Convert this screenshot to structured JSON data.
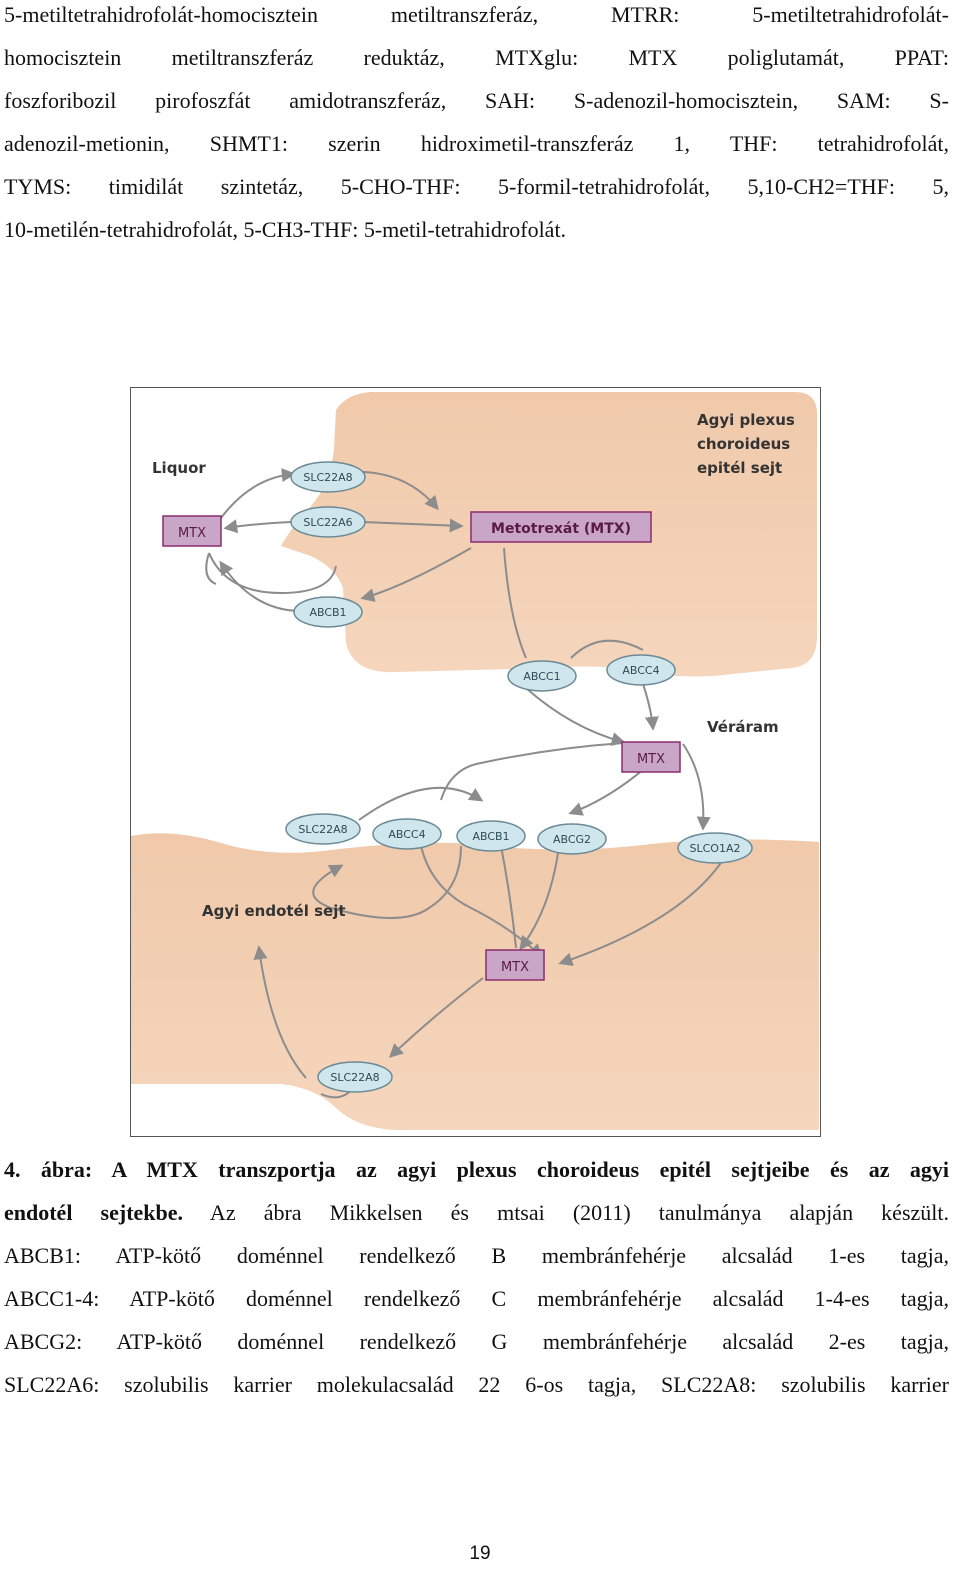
{
  "top_paragraph": {
    "lines": [
      "5-metiltetrahidrofolát-homocisztein metiltranszferáz, MTRR: 5-metiltetrahidrofolát-",
      "homocisztein metiltranszferáz reduktáz, MTXglu: MTX poliglutamát, PPAT:",
      "foszforibozil pirofoszfát amidotranszferáz, SAH: S-adenozil-homocisztein, SAM: S-",
      "adenozil-metionin, SHMT1: szerin hidroximetil-transzferáz 1, THF: tetrahidrofolát,",
      "TYMS: timidilát szintetáz, 5-CHO-THF: 5-formil-tetrahidrofolát, 5,10-CH2=THF: 5,",
      "10-metilén-tetrahidrofolát, 5-CH3-THF: 5-metil-tetrahidrofolát."
    ]
  },
  "figure": {
    "labels": {
      "liquor": "Liquor",
      "choroid_cell": [
        "Agyi plexus",
        "choroideus",
        "epitél sejt"
      ],
      "blood": "Véráram",
      "endothelial_cell": "Agyi endotél sejt"
    },
    "boxes": {
      "mtx_liquor": "MTX",
      "mtx_main": "Metotrexát (MTX)",
      "mtx_blood": "MTX",
      "mtx_endothelial": "MTX"
    },
    "transporters": {
      "slc22a8_top": "SLC22A8",
      "slc22a6_top": "SLC22A6",
      "abcb1_top": "ABCB1",
      "abcc1": "ABCC1",
      "abcc4_top": "ABCC4",
      "slc22a8_mid": "SLC22A8",
      "abcc4_mid": "ABCC4",
      "abcb1_mid": "ABCB1",
      "abcg2": "ABCG2",
      "slco1a2": "SLCO1A2",
      "slc22a8_bottom": "SLC22A8"
    },
    "colors": {
      "cell_fill": "#f3cfb2",
      "mtx_box_fill": "#c9a6c8",
      "mtx_box_border": "#8a2c6e",
      "transporter_fill": "#cfe6ec",
      "transporter_border": "#6b8a96",
      "arrow": "#8c8c8c"
    }
  },
  "caption": {
    "line1_bold": "4. ábra: A MTX transzportja az agyi plexus choroideus epitél sejtjeibe és az agyi",
    "line2_bold": "endotél sejtekbe.",
    "line2_rest": " Az ábra Mikkelsen és mtsai (2011) tanulmánya alapján készült.",
    "lines": [
      "ABCB1: ATP-kötő doménnel rendelkező B membránfehérje alcsalád 1-es tagja,",
      "ABCC1-4: ATP-kötő doménnel rendelkező C membránfehérje alcsalád 1-4-es tagja,",
      "ABCG2: ATP-kötő doménnel rendelkező G membránfehérje alcsalád 2-es tagja,",
      "SLC22A6: szolubilis karrier molekulacsalád 22 6-os tagja, SLC22A8: szolubilis karrier"
    ]
  },
  "page_number": "19"
}
